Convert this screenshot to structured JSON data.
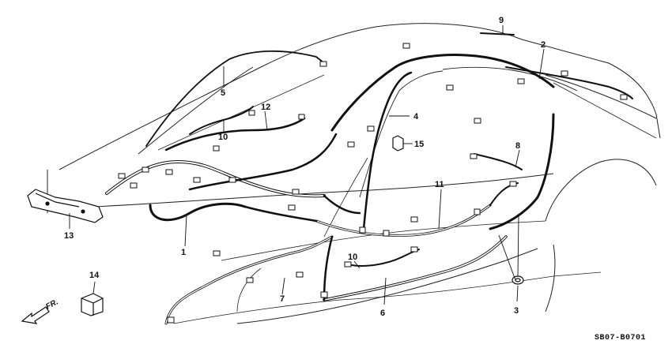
{
  "callouts": {
    "c1": "1",
    "c2": "2",
    "c3": "3",
    "c4": "4",
    "c5": "5",
    "c6": "6",
    "c7": "7",
    "c8": "8",
    "c9": "9",
    "c10a": "10",
    "c10b": "10",
    "c11": "11",
    "c12": "12",
    "c13": "13",
    "c14": "14",
    "c15": "15"
  },
  "direction_label": "FR.",
  "diagram_code": "SB07-B0701"
}
